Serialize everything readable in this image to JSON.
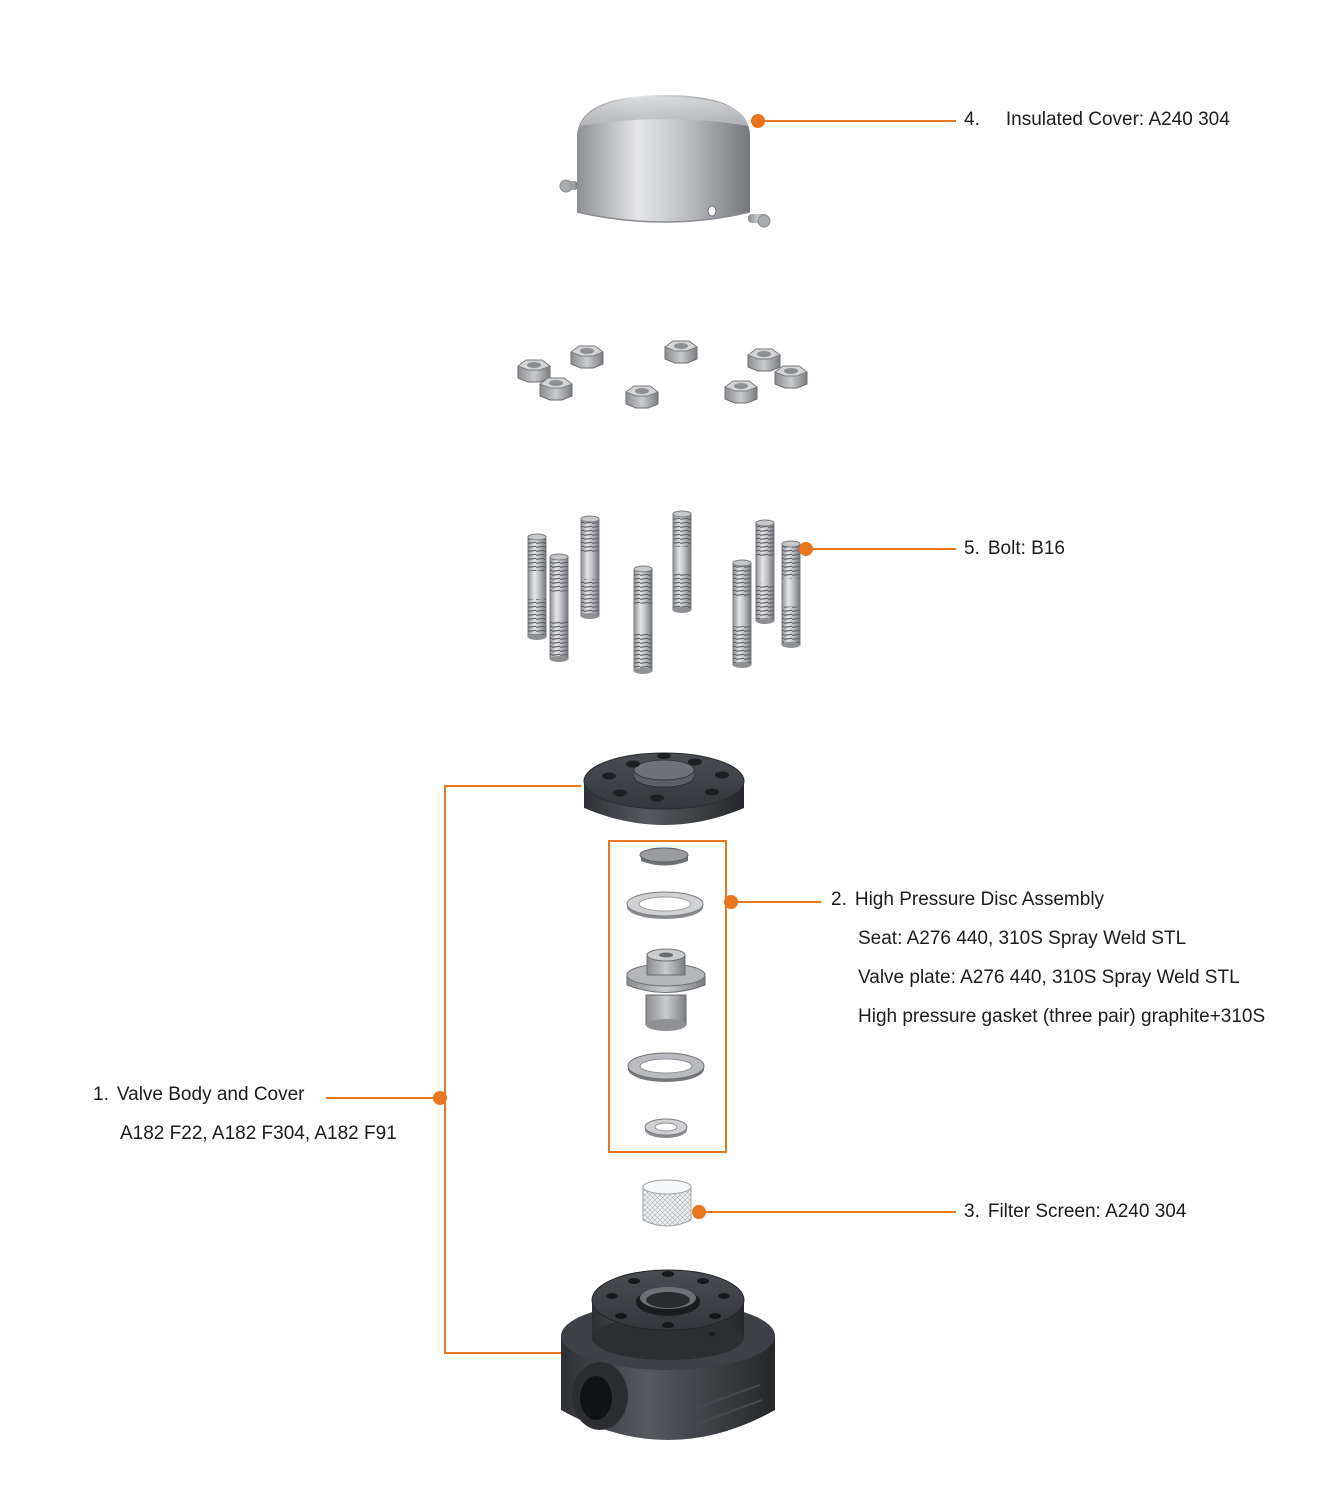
{
  "accent_color": "#e8761e",
  "callouts": {
    "c4": {
      "num": "4.",
      "text": "Insulated Cover: A240 304"
    },
    "c5": {
      "num": "5.",
      "text": "Bolt: B16"
    },
    "c2": {
      "num": "2.",
      "text": "High Pressure Disc Assembly",
      "lines": [
        "Seat: A276 440, 310S Spray Weld STL",
        "Valve plate: A276 440, 310S Spray Weld STL",
        "High pressure gasket (three pair) graphite+310S"
      ]
    },
    "c1": {
      "num": "1.",
      "text": "Valve Body and Cover",
      "line2": "A182 F22, A182 F304, A182 F91"
    },
    "c3": {
      "num": "3.",
      "text": "Filter Screen: A240 304"
    }
  },
  "parts": [
    {
      "id": "insulated-cover",
      "icon": "dome-cover"
    },
    {
      "id": "nuts",
      "icon": "hex-nut",
      "count": 8
    },
    {
      "id": "bolts",
      "icon": "stud-bolt",
      "count": 8
    },
    {
      "id": "valve-cover",
      "icon": "flange-disc"
    },
    {
      "id": "disc-assembly",
      "icon": "disc-stack"
    },
    {
      "id": "filter-screen",
      "icon": "mesh-cylinder"
    },
    {
      "id": "valve-body",
      "icon": "valve-body"
    }
  ]
}
